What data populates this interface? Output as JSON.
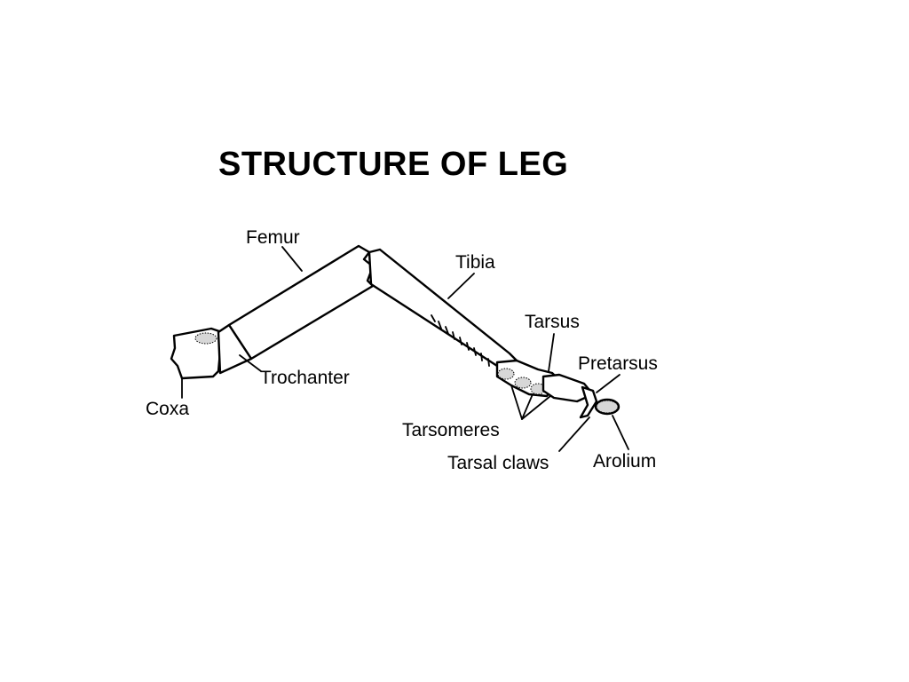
{
  "title": "STRUCTURE OF LEG",
  "labels": {
    "femur": "Femur",
    "tibia": "Tibia",
    "tarsus": "Tarsus",
    "pretarsus": "Pretarsus",
    "trochanter": "Trochanter",
    "coxa": "Coxa",
    "tarsomeres": "Tarsomeres",
    "tarsal_claws": "Tarsal claws",
    "arolium": "Arolium"
  }
}
